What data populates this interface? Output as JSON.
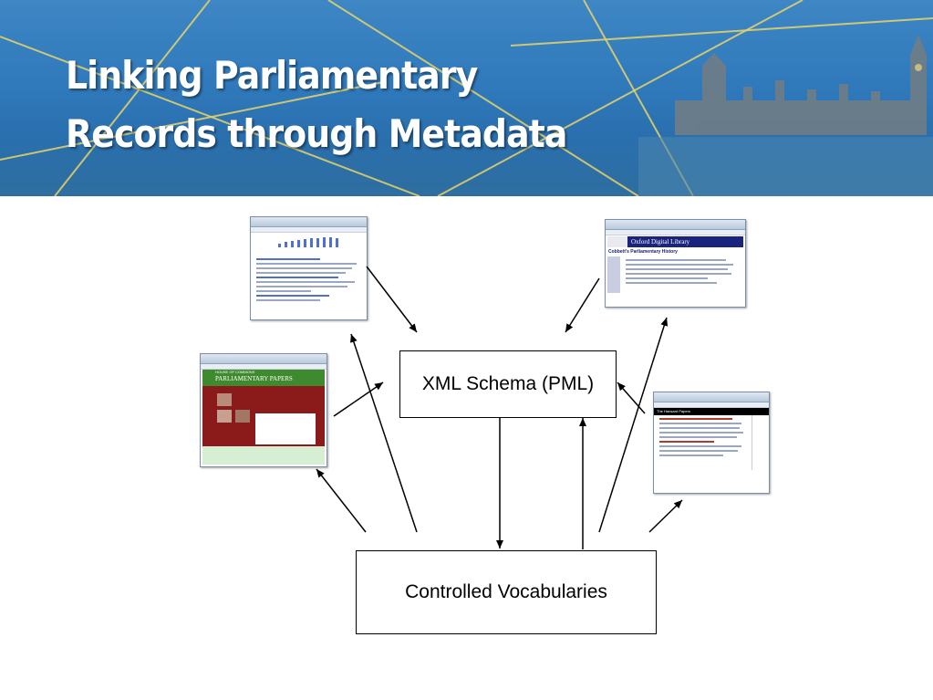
{
  "banner": {
    "title_line_1": "Linking Parliamentary",
    "title_line_2": "Records through Metadata"
  },
  "nodes": {
    "xml_schema": "XML Schema (PML)",
    "controlled_vocabularies": "Controlled Vocabularies"
  },
  "thumbnails": {
    "top_right_site": "Oxford Digital Library",
    "top_right_heading": "Cobbett's Parliamentary History",
    "mid_left_header_small": "HOUSE OF COMMONS",
    "mid_left_header": "PARLIAMENTARY PAPERS",
    "mid_right_site": "The Hansard Papers"
  },
  "colors": {
    "banner_blue": "#2f79bb",
    "commons_red": "#8b1a1a",
    "commons_green": "#3f8a2e",
    "oxford_navy": "#1a237e"
  }
}
